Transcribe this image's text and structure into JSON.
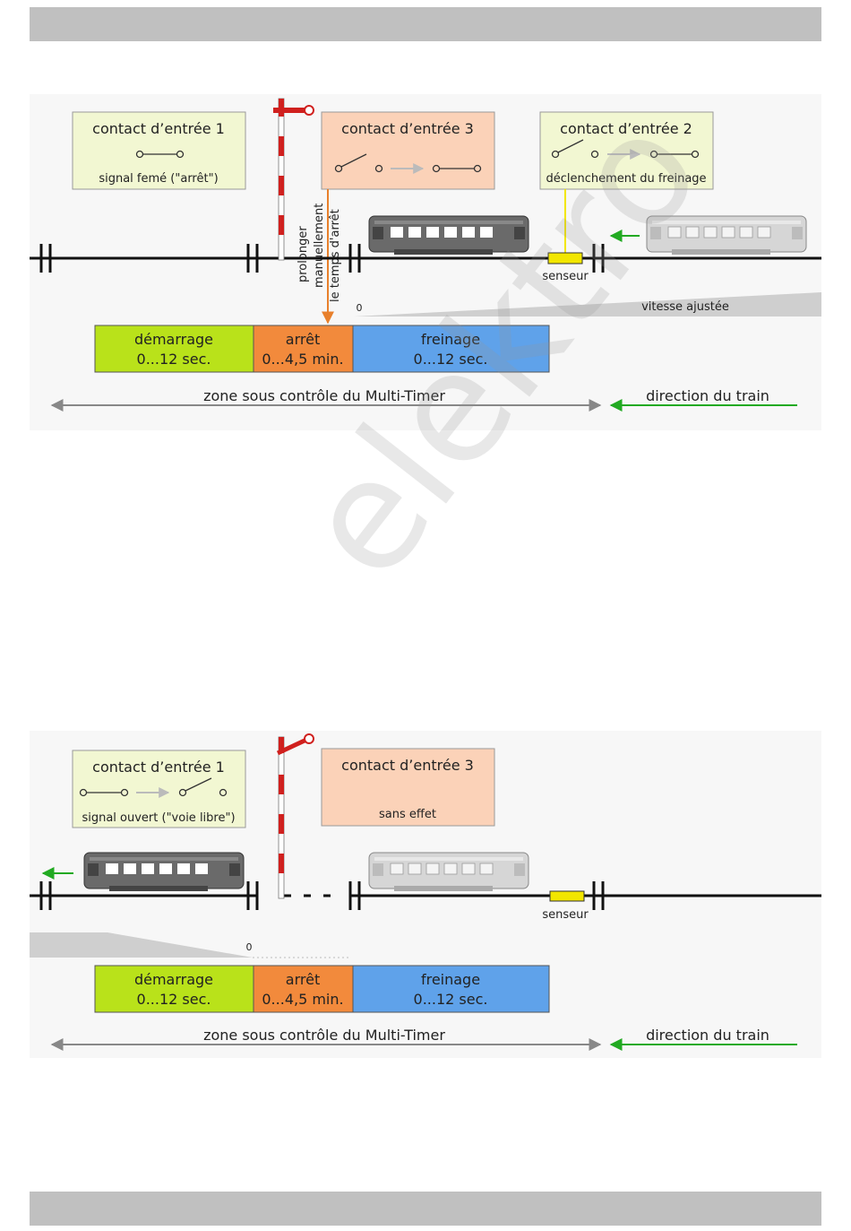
{
  "top": {
    "contact1": {
      "title": "contact d’entrée 1",
      "sub": "signal femé (\"arrêt\")"
    },
    "contact3": {
      "title": "contact d’entrée 3"
    },
    "contact2": {
      "title": "contact d’entrée 2",
      "sub": "déclenchement du freinage"
    },
    "vertical_note": [
      "prolonger",
      "manuellement",
      "le temps d'arrêt"
    ],
    "sensor": "senseur",
    "zero": "0",
    "speed": "vitesse ajustée",
    "timeline": [
      {
        "name": "démarrage",
        "range": "0...12 sec.",
        "color": "#b9e21a"
      },
      {
        "name": "arrêt",
        "range": "0...4,5 min.",
        "color": "#f28a3c"
      },
      {
        "name": "freinage",
        "range": "0...12 sec.",
        "color": "#5fa2ea"
      }
    ],
    "zone": "zone sous contrôle du Multi-Timer",
    "direction": "direction du train"
  },
  "bottom": {
    "contact1": {
      "title": "contact d’entrée 1",
      "sub": "signal ouvert (\"voie libre\")"
    },
    "contact3": {
      "title": "contact d’entrée 3",
      "sub": "sans effet"
    },
    "sensor": "senseur",
    "zero": "0",
    "timeline": [
      {
        "name": "démarrage",
        "range": "0...12 sec.",
        "color": "#b9e21a"
      },
      {
        "name": "arrêt",
        "range": "0...4,5 min.",
        "color": "#f28a3c"
      },
      {
        "name": "freinage",
        "range": "0...12 sec.",
        "color": "#5fa2ea"
      }
    ],
    "zone": "zone sous contrôle du Multi-Timer",
    "direction": "direction du train"
  },
  "watermark": "elektro",
  "colors": {
    "track": "#111111",
    "signal_red": "#d0201e",
    "sensor": "#f2e600",
    "arrow_green": "#22aa22",
    "contact_green_bg": "#f2f7d2",
    "contact_orange_bg": "#fbd2b8",
    "panel_bg": "#f7f7f7"
  }
}
